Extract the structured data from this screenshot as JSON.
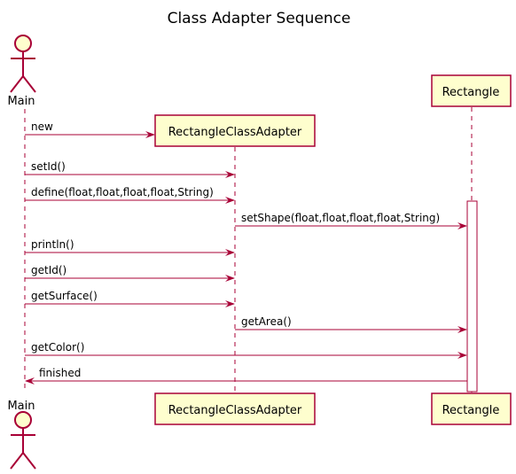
{
  "title": "Class Adapter Sequence",
  "actor": {
    "name": "Main"
  },
  "participants": {
    "adapter": "RectangleClassAdapter",
    "rectangle": "Rectangle"
  },
  "messages": [
    {
      "from": "main",
      "to": "adapter",
      "label": "new"
    },
    {
      "from": "main",
      "to": "adapter",
      "label": "setId()"
    },
    {
      "from": "main",
      "to": "adapter",
      "label": "define(float,float,float,float,String)"
    },
    {
      "from": "adapter",
      "to": "rectangle",
      "label": "setShape(float,float,float,float,String)"
    },
    {
      "from": "main",
      "to": "adapter",
      "label": "println()"
    },
    {
      "from": "main",
      "to": "adapter",
      "label": "getId()"
    },
    {
      "from": "main",
      "to": "adapter",
      "label": "getSurface()"
    },
    {
      "from": "adapter",
      "to": "rectangle",
      "label": "getArea()"
    },
    {
      "from": "main",
      "to": "rectangle",
      "label": "getColor()"
    },
    {
      "from": "rectangle",
      "to": "main",
      "label": "finished"
    }
  ],
  "colors": {
    "border": "#A80036",
    "fill": "#FEFECE"
  }
}
